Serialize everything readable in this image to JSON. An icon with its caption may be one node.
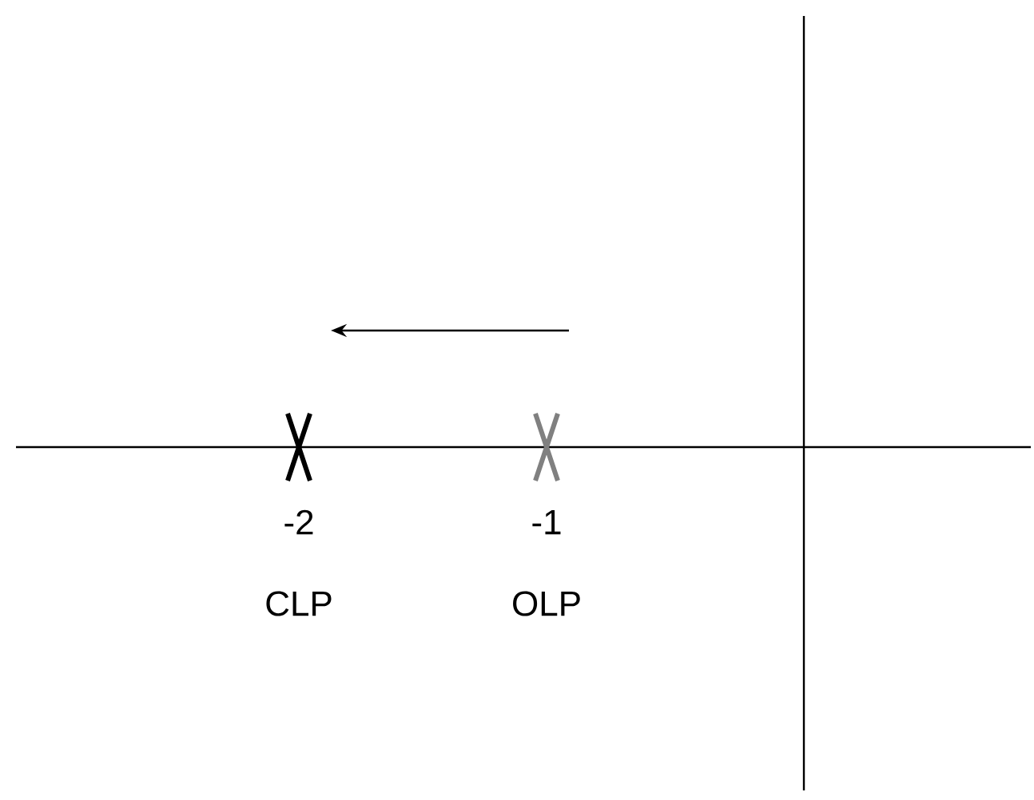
{
  "diagram": {
    "labels": [
      "-2",
      "-1",
      "CLP",
      "OLP"
    ]
  }
}
